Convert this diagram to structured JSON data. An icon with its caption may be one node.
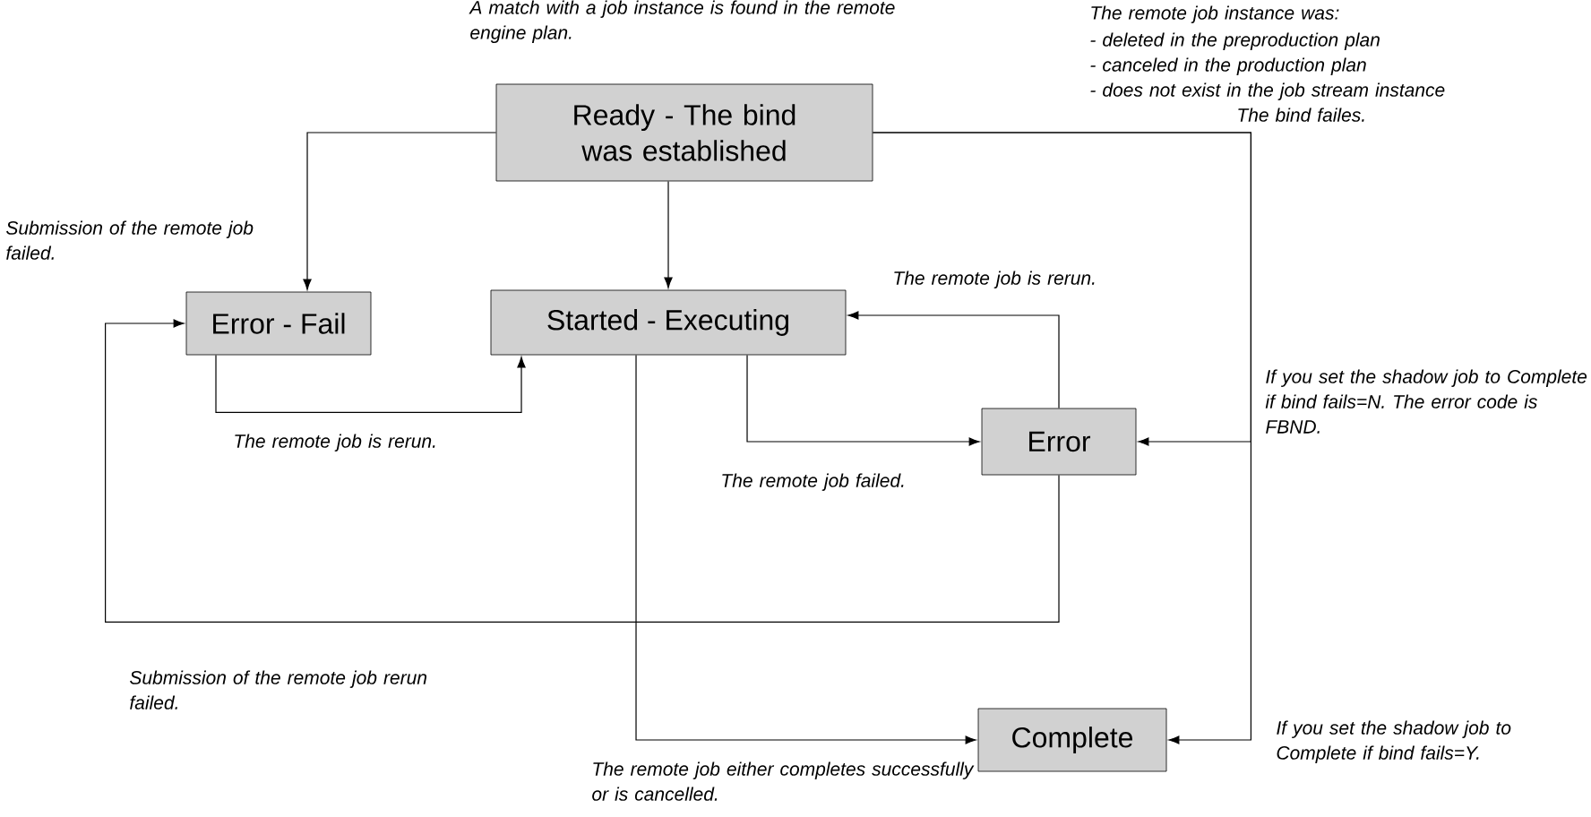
{
  "diagram": {
    "nodes": [
      {
        "text": [
          "Ready - The bind was established"
        ]
      },
      {
        "text": [
          "Error - Fail"
        ]
      },
      {
        "text": [
          "Started - Executing"
        ]
      },
      {
        "text": [
          "Error"
        ]
      },
      {
        "text": [
          "Complete"
        ]
      }
    ],
    "edges": [
      {
        "from": 0,
        "to": 1,
        "arrow": "to",
        "label": "Submission of the remote job failed."
      },
      {
        "from": 0,
        "to": 2,
        "arrow": "to"
      },
      {
        "from": 1,
        "to": 2,
        "arrow": "to",
        "label": "The remote job is rerun."
      },
      {
        "from": 2,
        "to": 3,
        "arrow": "to",
        "label": "The remote job failed."
      },
      {
        "from": 3,
        "to": 2,
        "arrow": "to",
        "label": "The remote job is rerun."
      },
      {
        "from": 3,
        "to": 1,
        "arrow": "to",
        "label": "Submission of the remote job rerun failed."
      },
      {
        "from": 2,
        "to": 4,
        "arrow": "to",
        "label": "The remote job either completes successfully or is cancelled."
      },
      {
        "from": 0,
        "to": 3,
        "arrow": "to",
        "label": "If you set the shadow job to Complete if bind fails=N. The error code is FBND."
      },
      {
        "from": 0,
        "to": 4,
        "arrow": "to",
        "label": "If you set the shadow job to Complete if bind fails=Y."
      }
    ],
    "labels": [
      "A match with a job instance is found in the remote engine plan.",
      "The remote job instance was:",
      "- deleted in the preproduction plan",
      "- canceled in the production plan",
      "- does not exist in the job stream instance",
      "The bind failes."
    ]
  }
}
